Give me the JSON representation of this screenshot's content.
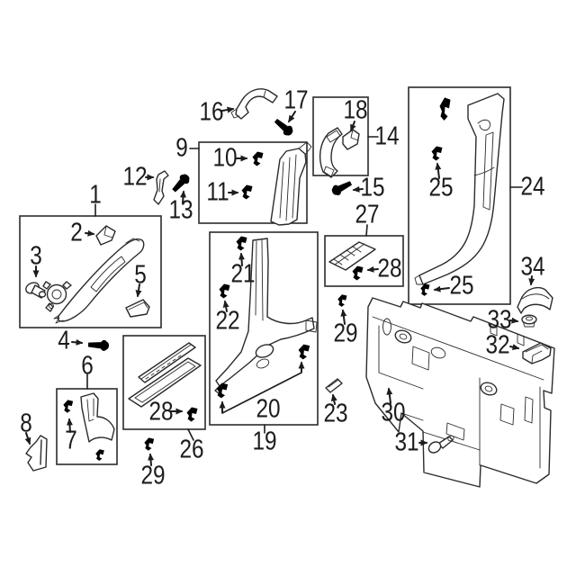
{
  "figure": {
    "kind": "exploded-parts-diagram",
    "subject": "interior trim panels and retainers",
    "background_color": "#ffffff",
    "line_color": "#2b2b2b",
    "label_color": "#1c1c1c",
    "highlight_fill": "#4169b2",
    "highlight_stroke": "#203a75",
    "highlighted_callout": "8"
  },
  "callouts": [
    {
      "label": "1",
      "icon": "a-pillar-trim-box"
    },
    {
      "label": "2",
      "icon": "clip-icon"
    },
    {
      "label": "3",
      "icon": "screw-grommet-icon"
    },
    {
      "label": "4",
      "icon": "bolt-icon"
    },
    {
      "label": "5",
      "icon": "wedge-pad-icon"
    },
    {
      "label": "6",
      "icon": "cowl-trim-box"
    },
    {
      "label": "7",
      "icon": "clip-icon"
    },
    {
      "label": "8",
      "icon": "highlighted-panel-icon"
    },
    {
      "label": "9",
      "icon": "c-pillar-upper-trim-box"
    },
    {
      "label": "10",
      "icon": "clip-icon"
    },
    {
      "label": "11",
      "icon": "clip-icon"
    },
    {
      "label": "12",
      "icon": "strip-bracket-icon"
    },
    {
      "label": "13",
      "icon": "bolt-icon"
    },
    {
      "label": "14",
      "icon": "handle-bracket-box"
    },
    {
      "label": "15",
      "icon": "bolt-icon"
    },
    {
      "label": "16",
      "icon": "rail-bracket-icon"
    },
    {
      "label": "17",
      "icon": "bolt-icon"
    },
    {
      "label": "18",
      "icon": "clip-icon"
    },
    {
      "label": "19",
      "icon": "b-pillar-lower-trim-box"
    },
    {
      "label": "20",
      "icon": "clip-icon-pair"
    },
    {
      "label": "21",
      "icon": "clip-icon"
    },
    {
      "label": "22",
      "icon": "clip-icon"
    },
    {
      "label": "23",
      "icon": "pad-icon"
    },
    {
      "label": "24",
      "icon": "c-pillar-trim-box"
    },
    {
      "label": "25",
      "icon": "clip-icon",
      "position": "upper"
    },
    {
      "label": "25",
      "icon": "clip-icon",
      "position": "lower"
    },
    {
      "label": "26",
      "icon": "sill-plate-box"
    },
    {
      "label": "27",
      "icon": "scuff-mat-box"
    },
    {
      "label": "28",
      "icon": "clip-icon",
      "position": "in-mat-box"
    },
    {
      "label": "28",
      "icon": "clip-icon",
      "position": "in-sill-box"
    },
    {
      "label": "29",
      "icon": "clip-icon",
      "position": "upper"
    },
    {
      "label": "29",
      "icon": "clip-icon",
      "position": "lower"
    },
    {
      "label": "30",
      "icon": "back-panel-icon"
    },
    {
      "label": "31",
      "icon": "push-pin-icon"
    },
    {
      "label": "32",
      "icon": "clip-icon"
    },
    {
      "label": "33",
      "icon": "grommet-icon"
    },
    {
      "label": "34",
      "icon": "trim-cap-icon"
    }
  ]
}
